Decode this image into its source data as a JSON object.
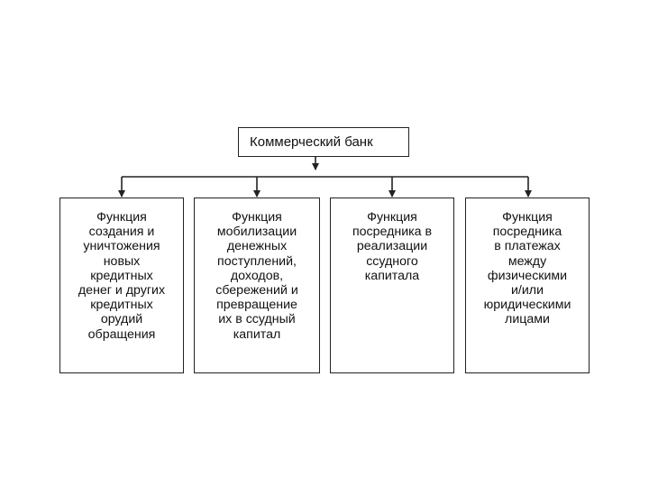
{
  "diagram": {
    "root": {
      "label": "Коммерческий банк"
    },
    "functions": [
      {
        "id": "f1",
        "lines": [
          "Функция",
          "создания и",
          "уничтожения",
          "новых",
          "кредитных",
          "денег и других",
          "кредитных",
          "орудий",
          "обращения"
        ]
      },
      {
        "id": "f2",
        "lines": [
          "Функция",
          "мобилизации",
          "денежных",
          "поступлений,",
          "доходов,",
          "сбережений и",
          "превращение",
          "их в ссудный",
          "капитал"
        ]
      },
      {
        "id": "f3",
        "lines": [
          "Функция",
          "посредника в",
          "реализации",
          "ссудного",
          "капитала"
        ]
      },
      {
        "id": "f4",
        "lines": [
          "Функция",
          "посредника",
          "в платежах",
          "между",
          "физическими",
          "и/или",
          "юридическими",
          "лицами"
        ]
      }
    ],
    "colors": {
      "stroke": "#222222",
      "text": "#111111",
      "background": "#ffffff"
    }
  }
}
